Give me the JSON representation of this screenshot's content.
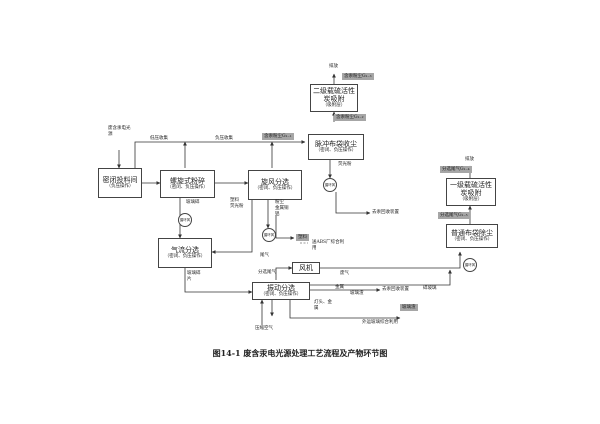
{
  "title": "图14-1 废含汞电光源处理工艺流程及产物环节图",
  "boxes": {
    "closed_feed": {
      "label": "密闭投料间",
      "sub": "（负压操作）"
    },
    "spiral_crusher": {
      "label": "螺旋式粉碎",
      "sub": "（密闭、负压操作）"
    },
    "cyclone": {
      "label": "旋风分选",
      "sub": "（密闭、负压操作）"
    },
    "airflow_sep": {
      "label": "气流分选",
      "sub": "（密闭、负压操作）"
    },
    "vibration_sep": {
      "label": "振动分选",
      "sub": "（密闭、负压操作）"
    },
    "blower": {
      "label": "风机"
    },
    "pulse_bag": {
      "label": "脉冲布袋收尘",
      "sub": "（密闭、负压操作）"
    },
    "carbon_top": {
      "label": "二级载硫活性炭吸附",
      "sub": "（吸附层）"
    },
    "carbon_right": {
      "label": "一级载硫活性炭吸附",
      "sub": "（吸附层）"
    },
    "common_bag": {
      "label": "普通布袋除尘",
      "sub": "（密闭、负压操作）"
    }
  },
  "fans": {
    "label": "循环风"
  },
  "tags": {
    "hg_dust_1": "含汞粉尘G₁₋₁",
    "hg_dust_2": "含汞粉尘G₁₋₂",
    "hg_dust_3": "含汞粉尘G₁₋₃",
    "sep_air_1": "分选尾气G₁₋₄",
    "sep_air_2": "分选尾气G₁₋₅",
    "plastic": "塑料",
    "glass": "玻璃渣"
  },
  "labels": {
    "source": "废含汞电光源",
    "neg_pressure": "低压收集",
    "neg_pressure_2": "负压收集",
    "emit_top": "排放",
    "emit_right": "排放",
    "phosphor": "荧光粉",
    "glass_frag": "玻璃碎",
    "plastic_lbl": "塑料",
    "dust": "粉尘",
    "phosphor_2": "荧光粉",
    "metal": "金属铜铝",
    "glass_shards": "玻璃碎片",
    "base_cap": "灯头、金属",
    "tail": "尾气",
    "sep_tail": "分选尾气",
    "waste_gas": "废气",
    "recycle_1": "去汞回收装置",
    "recycle_2": "去汞回收装置",
    "plastic_dest": "送ABS厂综合利用",
    "glass_dest": "外运玻璃综合利用",
    "air_in": "压缩空气",
    "metal_out": "金属",
    "glass_out": "玻璃渣",
    "residue": "碎玻璃"
  }
}
